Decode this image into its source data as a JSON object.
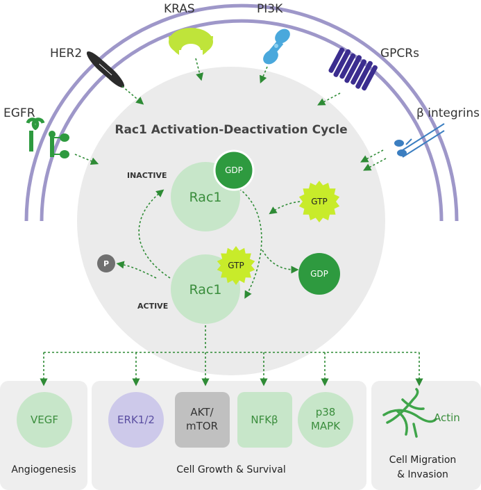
{
  "receptors": {
    "egfr": "EGFR",
    "her2": "HER2",
    "kras": "KRAS",
    "pi3k": "PI3K",
    "gpcrs": "GPCRs",
    "integrins": "β integrins"
  },
  "cycle": {
    "title": "Rac1 Activation-Deactivation Cycle",
    "inactive_label": "INACTIVE",
    "active_label": "ACTIVE",
    "rac1_top": "Rac1",
    "rac1_bottom": "Rac1",
    "gdp_bound": "GDP",
    "gtp_incoming": "GTP",
    "gtp_bound": "GTP",
    "gdp_released": "GDP",
    "phosphate": "P"
  },
  "outputs": {
    "angiogenesis": {
      "label": "Angiogenesis",
      "targets": [
        "VEGF"
      ]
    },
    "growth": {
      "label": "Cell Growth & Survival",
      "targets": [
        "ERK1/2",
        "AKT/",
        "mTOR",
        "NFKβ",
        "p38",
        "MAPK"
      ]
    },
    "migration": {
      "label_line1": "Cell Migration",
      "label_line2": "& Invasion",
      "target": "Actin"
    }
  },
  "colors": {
    "membrane": "#9e97c9",
    "dark_green": "#2e9a3f",
    "light_green": "#c7e6c9",
    "lime": "#bfe43a",
    "cycle_bg": "#ebebeb",
    "panel_bg": "#eeeeee",
    "purple": "#5a4ea1",
    "pi3k_blue": "#4aa8dc",
    "integrin_blue": "#3b7ec0"
  }
}
